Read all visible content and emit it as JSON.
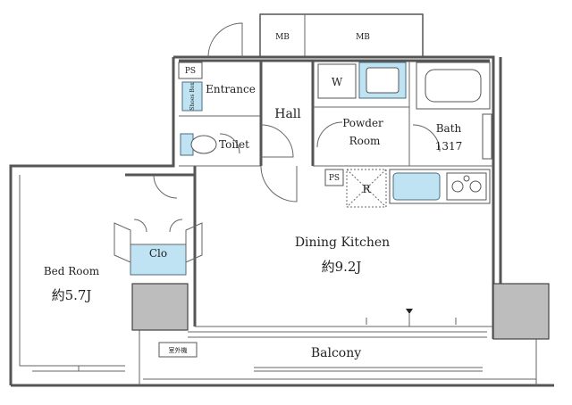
{
  "floorplan": {
    "labels": {
      "mb_left": "MB",
      "mb_right": "MB",
      "ps_top": "PS",
      "ps_mid": "PS",
      "entrance": "Entrance",
      "shoes": "Shoes Box",
      "hall": "Hall",
      "w": "W",
      "powder_line1": "Powder",
      "powder_line2": "Room",
      "bath_line1": "Bath",
      "bath_line2": "1317",
      "toilet": "Toilet",
      "r": "R",
      "clo": "Clo",
      "bedroom_line1": "Bed Room",
      "bedroom_line2": "約5.7J",
      "dining_line1": "Dining Kitchen",
      "dining_line2": "約9.2J",
      "balcony": "Balcony",
      "outdoor_unit": "室外機"
    },
    "colors": {
      "fixture_blue": "#bfe3f2",
      "column_gray": "#bdbdbd",
      "wall": "#555555"
    }
  }
}
